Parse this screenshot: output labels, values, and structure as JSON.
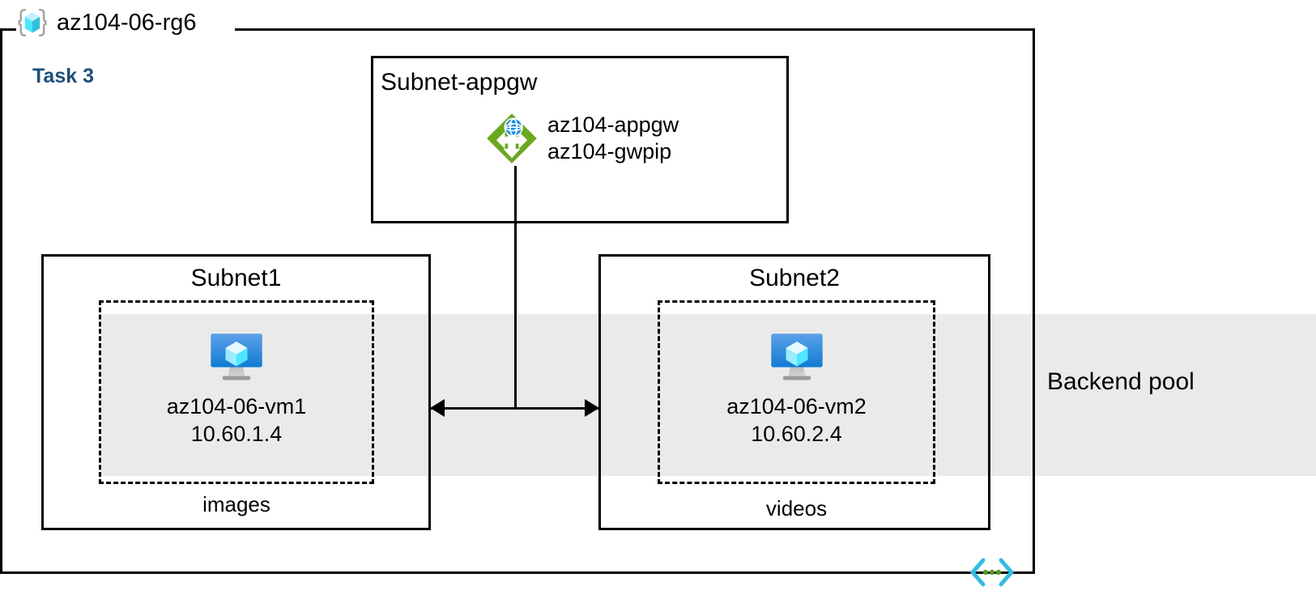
{
  "diagram": {
    "resource_group": {
      "name": "az104-06-rg6",
      "icon": "resource-group-cube-icon"
    },
    "task_label": "Task 3",
    "backend_pool_label": "Backend pool",
    "colors": {
      "task_text": "#1f4e79",
      "backend_band": "#eaeaea",
      "appgw_green": "#6aa81e",
      "vm_blue": "#0f7cd4",
      "rg_cube_cyan": "#50e6ff",
      "code_icon_cyan": "#32bedd",
      "code_icon_dot_green": "#5e9624",
      "border": "#000000"
    },
    "subnets": [
      {
        "id": "subnet-appgw",
        "title": "Subnet-appgw",
        "resources": [
          {
            "icon": "application-gateway-icon",
            "labels": [
              "az104-appgw",
              "az104-gwpip"
            ]
          }
        ]
      },
      {
        "id": "subnet1",
        "title": "Subnet1",
        "vm": {
          "icon": "virtual-machine-icon",
          "name": "az104-06-vm1",
          "ip": "10.60.1.4"
        },
        "storage_label": "images"
      },
      {
        "id": "subnet2",
        "title": "Subnet2",
        "vm": {
          "icon": "virtual-machine-icon",
          "name": "az104-06-vm2",
          "ip": "10.60.2.4"
        },
        "storage_label": "videos"
      }
    ],
    "connectors": [
      {
        "from": "az104-appgw",
        "to": "subnet1-subnet2-link",
        "style": "solid-vertical"
      },
      {
        "from": "subnet1",
        "to": "subnet2",
        "style": "double-arrow-horizontal"
      }
    ],
    "footer_icon": "code-brackets-icon"
  }
}
